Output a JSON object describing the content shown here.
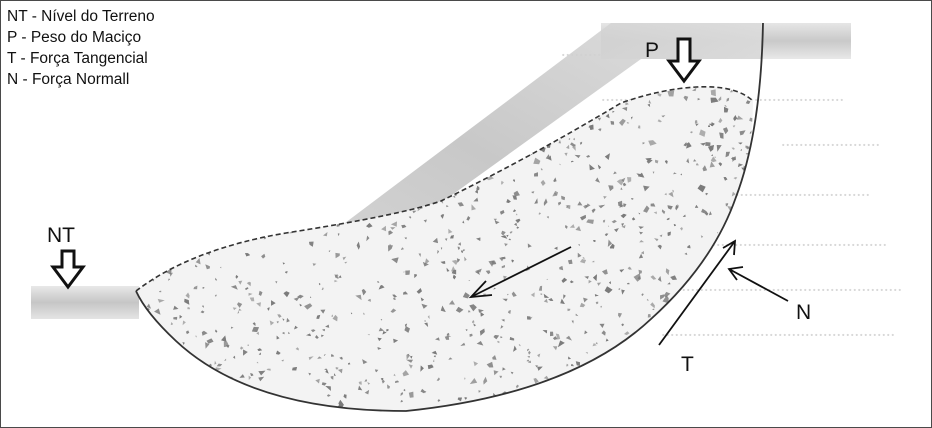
{
  "legend": {
    "items": [
      {
        "label": "NT - Nível do Terreno"
      },
      {
        "label": "P - Peso do Maciço"
      },
      {
        "label": "T - Força Tangencial"
      },
      {
        "label": "N - Força Normall"
      }
    ]
  },
  "labels": {
    "p": "P",
    "nt": "NT",
    "n": "N",
    "t": "T"
  },
  "colors": {
    "outline": "#333333",
    "fill": "#f2f2f2",
    "speckle": "#7a7a7a",
    "ground_shadow": "#c8c8c8",
    "arrow": "#111111"
  }
}
